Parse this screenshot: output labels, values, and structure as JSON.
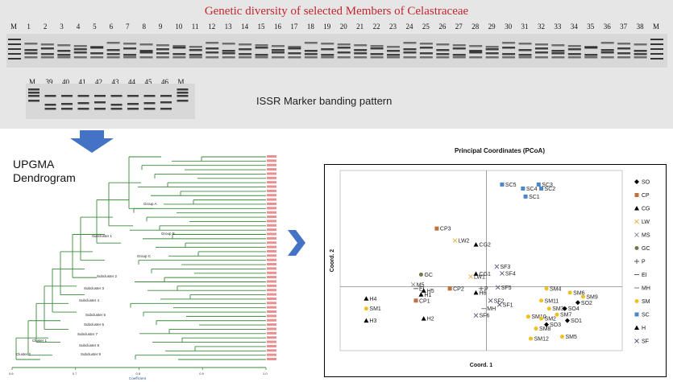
{
  "gel": {
    "title": "Genetic diversity of selected Members of Celastraceae",
    "caption": "ISSR Marker banding pattern",
    "lanes_top": [
      "M",
      "1",
      "2",
      "3",
      "4",
      "5",
      "6",
      "7",
      "8",
      "9",
      "10",
      "11",
      "12",
      "13",
      "14",
      "15",
      "16",
      "17",
      "18",
      "19",
      "20",
      "21",
      "22",
      "23",
      "24",
      "25",
      "26",
      "27",
      "28",
      "29",
      "30",
      "31",
      "32",
      "33",
      "34",
      "35",
      "36",
      "37",
      "38",
      "M"
    ],
    "lanes_bottom": [
      "M",
      "39",
      "40",
      "41",
      "42",
      "43",
      "44",
      "45",
      "46",
      "M"
    ]
  },
  "dendrogram": {
    "title_line1": "UPGMA",
    "title_line2": "Dendrogram",
    "cluster_labels": [
      "Group A",
      "Group B",
      "Group C",
      "Subcluster 1",
      "Subcluster 2",
      "Subcluster 3",
      "Subcluster 4",
      "Subcluster 5",
      "Subcluster 6",
      "Subcluster 7",
      "Subcluster 8",
      "Subcluster 9",
      "Cluster 1",
      "Cluster 2"
    ],
    "axis_label": "Coefficient"
  },
  "pcoa": {
    "title": "Principal Coordinates (PCoA)",
    "xlabel": "Coord. 1",
    "ylabel": "Coord. 2",
    "legend": [
      {
        "label": "SO",
        "color": "#000000",
        "marker": "diamond"
      },
      {
        "label": "CP",
        "color": "#c0703a",
        "marker": "square"
      },
      {
        "label": "CG",
        "color": "#000000",
        "marker": "triangle"
      },
      {
        "label": "LW",
        "color": "#e8b040",
        "marker": "x"
      },
      {
        "label": "MS",
        "color": "#8a8aa0",
        "marker": "x"
      },
      {
        "label": "GC",
        "color": "#6a7a50",
        "marker": "circle"
      },
      {
        "label": "P",
        "color": "#555555",
        "marker": "plus"
      },
      {
        "label": "EI",
        "color": "#555555",
        "marker": "dash"
      },
      {
        "label": "MH",
        "color": "#777777",
        "marker": "dash"
      },
      {
        "label": "SM",
        "color": "#f0c020",
        "marker": "circle"
      },
      {
        "label": "SC",
        "color": "#4a86c8",
        "marker": "square"
      },
      {
        "label": "H",
        "color": "#000000",
        "marker": "triangle"
      },
      {
        "label": "SF",
        "color": "#555577",
        "marker": "x"
      }
    ],
    "points": [
      {
        "label": "SC5",
        "x": 0.3,
        "y": 2.55,
        "group": "SC"
      },
      {
        "label": "SC4",
        "x": 0.7,
        "y": 2.45,
        "group": "SC"
      },
      {
        "label": "SC3",
        "x": 1.0,
        "y": 2.55,
        "group": "SC"
      },
      {
        "label": "SC2",
        "x": 1.05,
        "y": 2.45,
        "group": "SC"
      },
      {
        "label": "SC1",
        "x": 0.75,
        "y": 2.25,
        "group": "SC"
      },
      {
        "label": "CP3",
        "x": -0.95,
        "y": 1.45,
        "group": "CP"
      },
      {
        "label": "LW2",
        "x": -0.6,
        "y": 1.15,
        "group": "LW"
      },
      {
        "label": "CG2",
        "x": -0.2,
        "y": 1.05,
        "group": "CG"
      },
      {
        "label": "GC",
        "x": -1.25,
        "y": 0.3,
        "group": "GC"
      },
      {
        "label": "CG1",
        "x": -0.2,
        "y": 0.32,
        "group": "CG"
      },
      {
        "label": "LW1",
        "x": -0.3,
        "y": 0.25,
        "group": "LW"
      },
      {
        "label": "SF3",
        "x": 0.2,
        "y": 0.5,
        "group": "SF"
      },
      {
        "label": "SF4",
        "x": 0.3,
        "y": 0.33,
        "group": "SF"
      },
      {
        "label": "M5",
        "x": -1.4,
        "y": 0.05,
        "group": "MS"
      },
      {
        "label": "EI",
        "x": -1.35,
        "y": -0.05,
        "group": "EI"
      },
      {
        "label": "H5",
        "x": -1.2,
        "y": -0.1,
        "group": "H"
      },
      {
        "label": "H1",
        "x": -1.25,
        "y": -0.2,
        "group": "H"
      },
      {
        "label": "CP2",
        "x": -0.7,
        "y": -0.05,
        "group": "CP"
      },
      {
        "label": "CP1",
        "x": -1.35,
        "y": -0.35,
        "group": "CP"
      },
      {
        "label": "H6",
        "x": -0.2,
        "y": -0.15,
        "group": "H"
      },
      {
        "label": "P",
        "x": -0.1,
        "y": -0.05,
        "group": "P"
      },
      {
        "label": "SF5",
        "x": 0.22,
        "y": -0.02,
        "group": "SF"
      },
      {
        "label": "SF2",
        "x": 0.08,
        "y": -0.35,
        "group": "SF"
      },
      {
        "label": "SF1",
        "x": 0.25,
        "y": -0.45,
        "group": "SF"
      },
      {
        "label": "MH",
        "x": -0.05,
        "y": -0.55,
        "group": "MH"
      },
      {
        "label": "SF6",
        "x": -0.2,
        "y": -0.72,
        "group": "SF"
      },
      {
        "label": "H4",
        "x": -2.3,
        "y": -0.3,
        "group": "H"
      },
      {
        "label": "SM1",
        "x": -2.3,
        "y": -0.55,
        "group": "SM"
      },
      {
        "label": "H3",
        "x": -2.3,
        "y": -0.85,
        "group": "H"
      },
      {
        "label": "H2",
        "x": -1.2,
        "y": -0.8,
        "group": "H"
      },
      {
        "label": "SM4",
        "x": 1.15,
        "y": -0.05,
        "group": "SM"
      },
      {
        "label": "SM6",
        "x": 1.6,
        "y": -0.15,
        "group": "SM"
      },
      {
        "label": "SM9",
        "x": 1.85,
        "y": -0.25,
        "group": "SM"
      },
      {
        "label": "SO2",
        "x": 1.75,
        "y": -0.4,
        "group": "SO"
      },
      {
        "label": "SM11",
        "x": 1.05,
        "y": -0.35,
        "group": "SM"
      },
      {
        "label": "SM3",
        "x": 1.2,
        "y": -0.55,
        "group": "SM"
      },
      {
        "label": "SO4",
        "x": 1.5,
        "y": -0.55,
        "group": "SO"
      },
      {
        "label": "SM7",
        "x": 1.35,
        "y": -0.7,
        "group": "SM"
      },
      {
        "label": "SM10",
        "x": 0.8,
        "y": -0.75,
        "group": "SM"
      },
      {
        "label": "SM2",
        "x": 1.05,
        "y": -0.8,
        "group": "SM"
      },
      {
        "label": "SO1",
        "x": 1.55,
        "y": -0.85,
        "group": "SO"
      },
      {
        "label": "SO3",
        "x": 1.15,
        "y": -0.95,
        "group": "SO"
      },
      {
        "label": "SM8",
        "x": 0.95,
        "y": -1.05,
        "group": "SM"
      },
      {
        "label": "SM5",
        "x": 1.45,
        "y": -1.25,
        "group": "SM"
      },
      {
        "label": "SM12",
        "x": 0.85,
        "y": -1.3,
        "group": "SM"
      }
    ]
  }
}
